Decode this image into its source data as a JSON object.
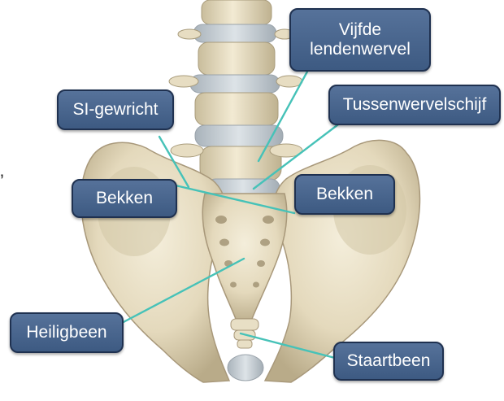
{
  "labels": {
    "vijfde_lendenwervel": "Vijfde lendenwervel",
    "tussenwervelschijf": "Tussenwervelschijf",
    "si_gewricht": "SI-gewricht",
    "bekken_links": "Bekken",
    "bekken_rechts": "Bekken",
    "heiligbeen": "Heiligbeen",
    "staartbeen": "Staartbeen"
  },
  "stray_mark": "’",
  "colors": {
    "label_fill": "#4a6890",
    "label_border": "#1f3150",
    "leader_line": "#46c2b8",
    "bone": "#e6dcc0",
    "disc": "#c3ccd2"
  }
}
